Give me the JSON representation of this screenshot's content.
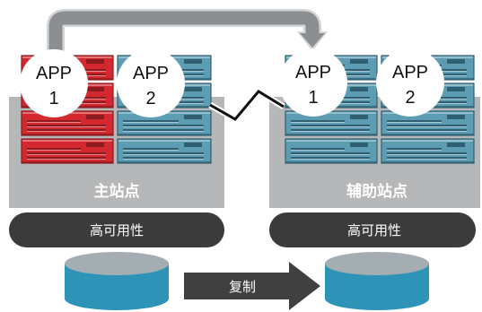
{
  "sites": {
    "primary": {
      "label": "主站点",
      "ha_label": "高可用性",
      "apps": [
        {
          "name": "APP",
          "number": "1"
        },
        {
          "name": "APP",
          "number": "2"
        }
      ]
    },
    "secondary": {
      "label": "辅助站点",
      "ha_label": "高可用性",
      "apps": [
        {
          "name": "APP",
          "number": "1"
        },
        {
          "name": "APP",
          "number": "2"
        }
      ]
    }
  },
  "replication": {
    "label": "复制"
  },
  "icons": {
    "server": "server-icon",
    "storage": "database-cylinder-icon",
    "failover": "curved-arrow-icon",
    "link": "network-link-icon",
    "replication": "right-arrow-icon"
  },
  "colors": {
    "primary_app1_server": "#d3282e",
    "primary_app1_server_dark": "#8c1b20",
    "server": "#5d9db3",
    "server_dark": "#2f5f70",
    "rack": "#b6b7b9",
    "ha_band": "#3b3b3b",
    "storage": "#2e94b7",
    "storage_top": "#a4adb2",
    "replication_arrow": "#404040",
    "failover_arrow": "#8c8f92",
    "failover_arrow_outline": "#d2d4d6",
    "link": "#111111",
    "badge": "#ffffff",
    "badge_text": "#111111",
    "label_text": "#ffffff"
  }
}
